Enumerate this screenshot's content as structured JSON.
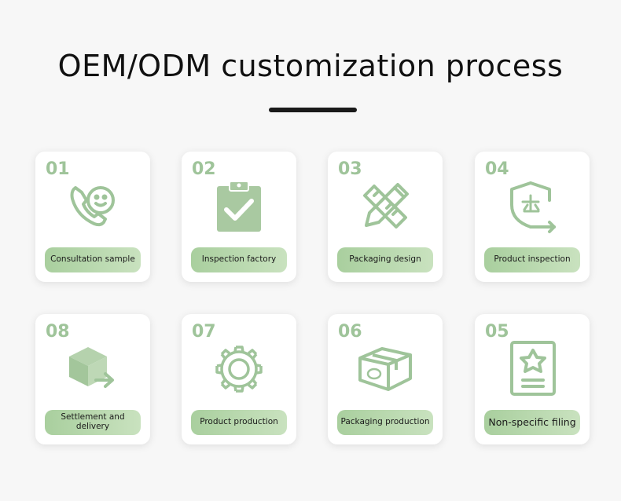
{
  "header": {
    "title": "OEM/ODM customization process"
  },
  "colors": {
    "accent_green": "#9fc49a",
    "label_gradient_start": "#a9cf9e",
    "label_gradient_end": "#c9e2bf",
    "title_color": "#111111"
  },
  "steps": [
    {
      "number": "01",
      "label": "Consultation sample",
      "icon": "phone-smile-icon"
    },
    {
      "number": "02",
      "label": "Inspection factory",
      "icon": "clipboard-check-icon"
    },
    {
      "number": "03",
      "label": "Packaging design",
      "icon": "pencil-ruler-icon"
    },
    {
      "number": "04",
      "label": "Product inspection",
      "icon": "shield-inspection-icon"
    },
    {
      "number": "08",
      "label": "Settlement and delivery",
      "icon": "box-arrow-icon"
    },
    {
      "number": "07",
      "label": "Product production",
      "icon": "gear-icon"
    },
    {
      "number": "06",
      "label": "Packaging production",
      "icon": "package-box-icon"
    },
    {
      "number": "05",
      "label": "Non-specific filing",
      "icon": "certificate-star-icon"
    }
  ]
}
